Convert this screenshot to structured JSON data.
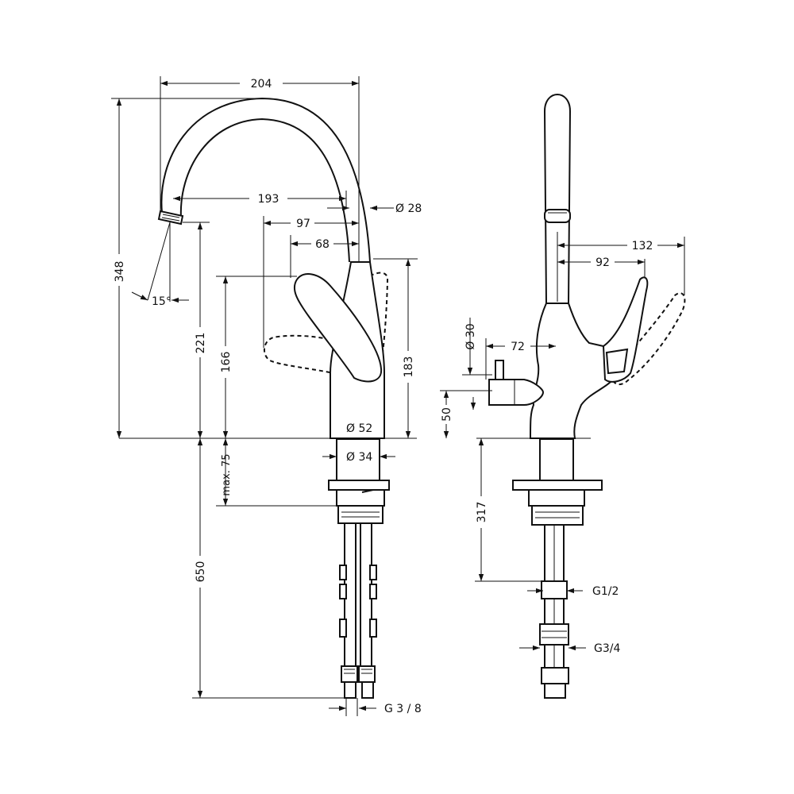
{
  "side_view": {
    "dims": {
      "spout_reach": "204",
      "height_total": "348",
      "spout_inner_reach": "193",
      "spout_diameter": "Ø 28",
      "handle_reach": "97",
      "handle_offset": "68",
      "swivel_angle": "15°",
      "outlet_height": "221",
      "handle_height": "166",
      "body_height": "183",
      "base_diameter": "Ø 52",
      "shank_diameter": "Ø 34",
      "deck_thickness": "max. 75",
      "hose_length": "650",
      "hose_connection": "G 3 / 8"
    }
  },
  "front_view": {
    "dims": {
      "lever_reach_max": "132",
      "lever_reach": "92",
      "valve_diameter": "Ø 30",
      "valve_offset": "72",
      "valve_height": "50",
      "inlet_length": "317",
      "inlet_thread": "G1/2",
      "outlet_thread": "G3/4"
    }
  },
  "colors": {
    "line": "#111111",
    "background": "#ffffff"
  }
}
